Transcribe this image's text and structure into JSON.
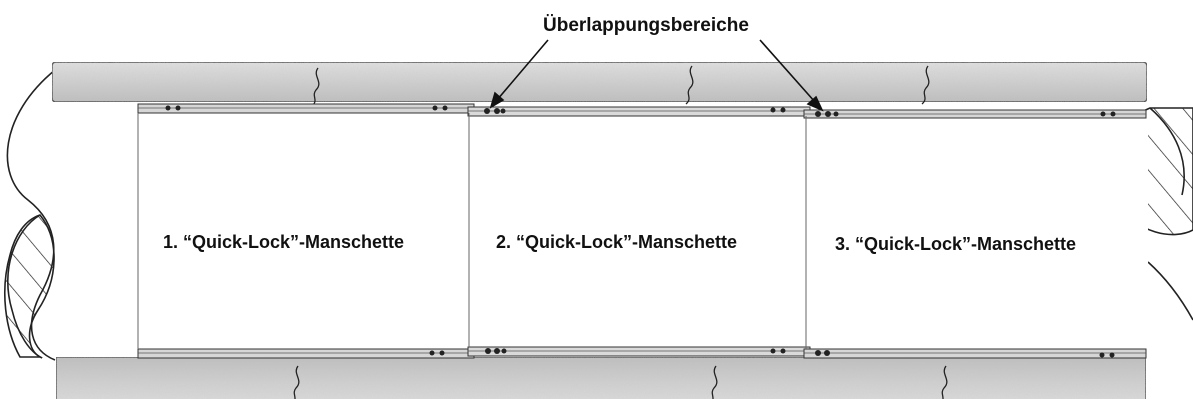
{
  "diagram": {
    "annotation": "Überlappungsbereiche",
    "sleeves": [
      {
        "label": "1. “Quick-Lock”-Manschette"
      },
      {
        "label": "2. “Quick-Lock”-Manschette"
      },
      {
        "label": "3. “Quick-Lock”-Manschette"
      }
    ]
  }
}
